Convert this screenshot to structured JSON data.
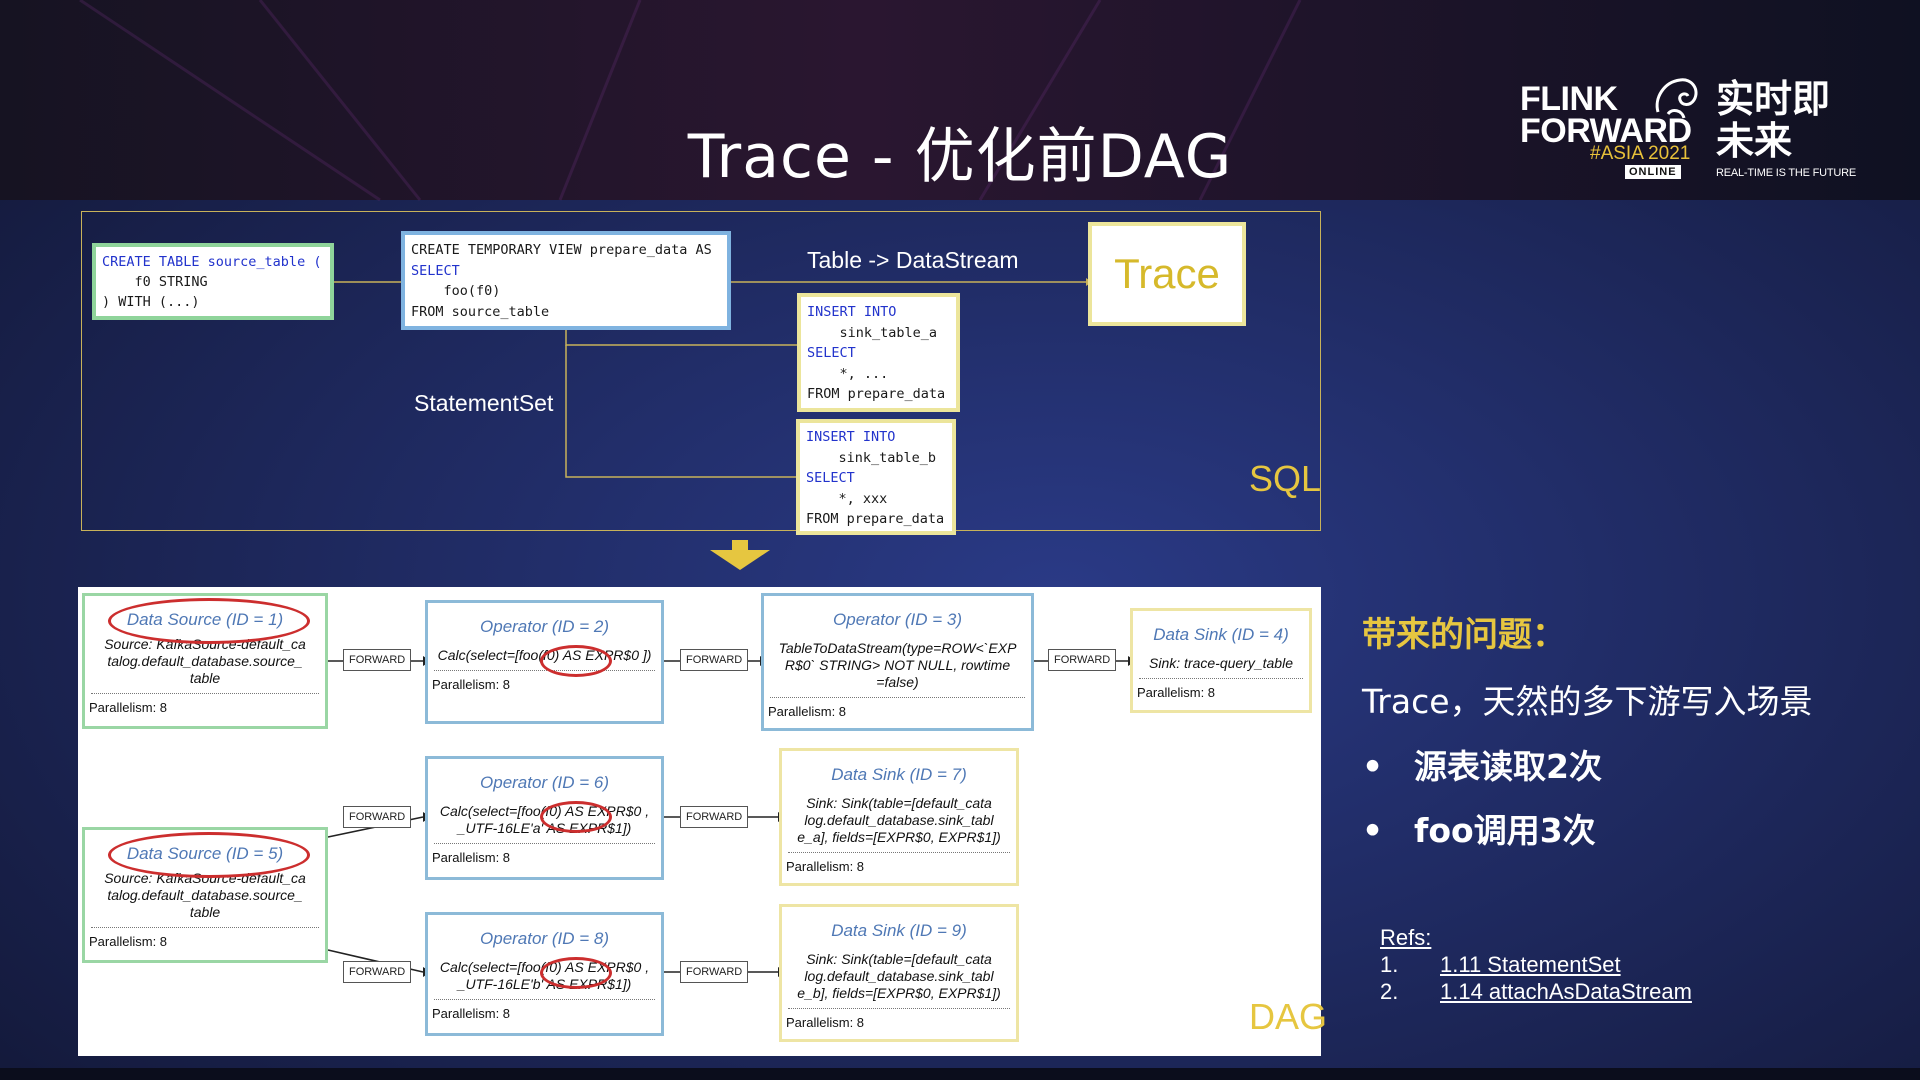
{
  "title": "Trace - 优化前DAG",
  "logo": {
    "flink": "FLINK",
    "forward": "FORWARD",
    "asia": "#ASIA 2021",
    "online": "ONLINE",
    "cn": "实时即未来",
    "tagline": "REAL-TIME IS THE FUTURE"
  },
  "sql": {
    "source_code": [
      "CREATE TABLE source_table (",
      "    f0 STRING",
      ") WITH (...)"
    ],
    "view_code": [
      "CREATE TEMPORARY VIEW prepare_data AS",
      "SELECT",
      "    foo(f0)",
      "FROM source_table"
    ],
    "insert_a": [
      "INSERT INTO",
      "    sink_table_a",
      "SELECT",
      "    *, ...",
      "FROM prepare_data"
    ],
    "insert_b": [
      "INSERT INTO",
      "    sink_table_b",
      "SELECT",
      "    *, xxx",
      "FROM prepare_data"
    ],
    "table_to_ds": "Table -> DataStream",
    "trace": "Trace",
    "statement_set": "StatementSet",
    "corner": "SQL"
  },
  "dag": {
    "corner": "DAG",
    "edge_label": "FORWARD",
    "nodes": {
      "ds1": {
        "header": "Data Source (ID = 1)",
        "body": "Source: KafkaSource-default_ca talog.default_database.source_ table",
        "par": "Parallelism: 8"
      },
      "op2": {
        "header": "Operator (ID = 2)",
        "body": "Calc(select=[foo(f0) AS EXPR$0 ])",
        "par": "Parallelism: 8"
      },
      "op3": {
        "header": "Operator (ID = 3)",
        "body": "TableToDataStream(type=ROW<`EXP R$0` STRING> NOT NULL, rowtime =false)",
        "par": "Parallelism: 8"
      },
      "sink4": {
        "header": "Data Sink (ID = 4)",
        "body": "Sink: trace-query_table",
        "par": "Parallelism: 8"
      },
      "op6": {
        "header": "Operator (ID = 6)",
        "body": "Calc(select=[foo(f0) AS EXPR$0 , _UTF-16LE'a' AS EXPR$1])",
        "par": "Parallelism: 8"
      },
      "sink7": {
        "header": "Data Sink (ID = 7)",
        "body": "Sink: Sink(table=[default_cata log.default_database.sink_tabl e_a], fields=[EXPR$0, EXPR$1])",
        "par": "Parallelism: 8"
      },
      "ds5": {
        "header": "Data Source (ID = 5)",
        "body": "Source: KafkaSource-default_ca talog.default_database.source_ table",
        "par": "Parallelism: 8"
      },
      "op8": {
        "header": "Operator (ID = 8)",
        "body": "Calc(select=[foo(f0) AS EXPR$0 , _UTF-16LE'b' AS EXPR$1])",
        "par": "Parallelism: 8"
      },
      "sink9": {
        "header": "Data Sink (ID = 9)",
        "body": "Sink: Sink(table=[default_cata log.default_database.sink_tabl e_b], fields=[EXPR$0, EXPR$1])",
        "par": "Parallelism: 8"
      }
    }
  },
  "problems": {
    "title": "带来的问题：",
    "line": "Trace，天然的多下游写入场景",
    "bullets": [
      "源表读取2次",
      "foo调用3次"
    ],
    "bullet_glyph": "•"
  },
  "refs": {
    "head": "Refs:",
    "items": [
      {
        "num": "1.",
        "text": "1.11 StatementSet"
      },
      {
        "num": "2.",
        "text": "1.14 attachAsDataStream"
      }
    ]
  },
  "colors": {
    "accent_gold": "#e6c640",
    "bg": "#141a3c",
    "highlight_red": "#cc2e2e"
  }
}
